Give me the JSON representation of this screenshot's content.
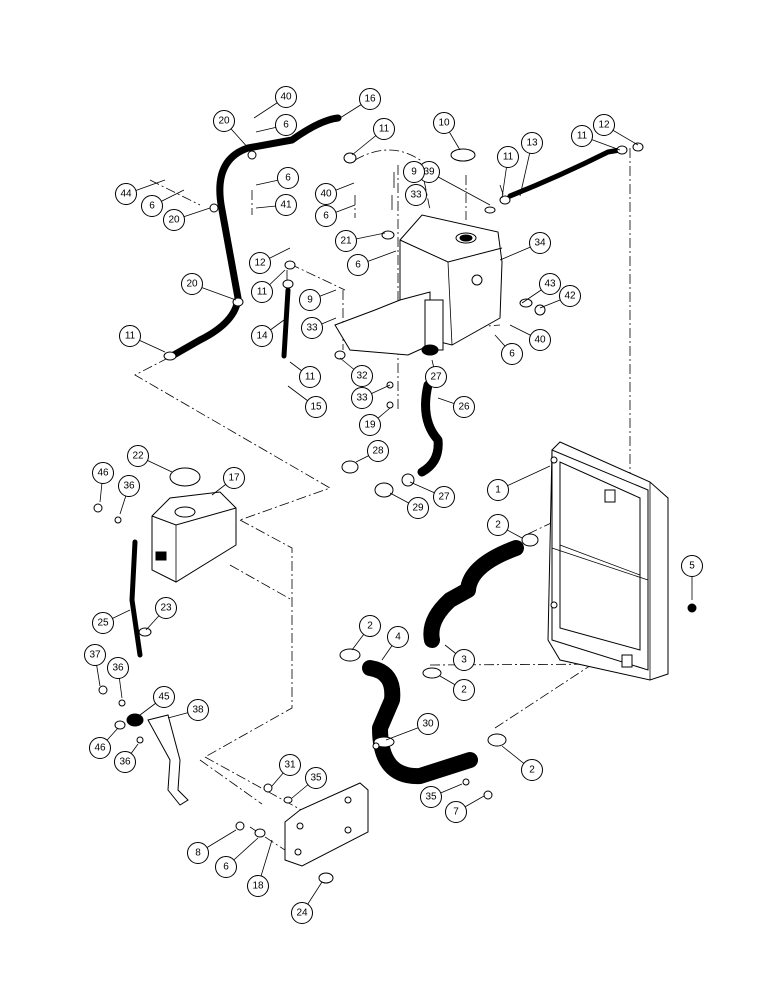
{
  "callouts": [
    {
      "id": "c40a",
      "text": "40"
    },
    {
      "id": "c16",
      "text": "16"
    },
    {
      "id": "c20a",
      "text": "20"
    },
    {
      "id": "c6a",
      "text": "6"
    },
    {
      "id": "c11a",
      "text": "11"
    },
    {
      "id": "c10",
      "text": "10"
    },
    {
      "id": "c13",
      "text": "13"
    },
    {
      "id": "c11b",
      "text": "11"
    },
    {
      "id": "c12a",
      "text": "12"
    },
    {
      "id": "c6b",
      "text": "6"
    },
    {
      "id": "c39",
      "text": "39"
    },
    {
      "id": "c11c",
      "text": "11"
    },
    {
      "id": "c44",
      "text": "44"
    },
    {
      "id": "c6c",
      "text": "6"
    },
    {
      "id": "c20b",
      "text": "20"
    },
    {
      "id": "c41",
      "text": "41"
    },
    {
      "id": "c40b",
      "text": "40"
    },
    {
      "id": "c6d",
      "text": "6"
    },
    {
      "id": "c9a",
      "text": "9"
    },
    {
      "id": "c33a",
      "text": "33"
    },
    {
      "id": "c21",
      "text": "21"
    },
    {
      "id": "c34",
      "text": "34"
    },
    {
      "id": "c12b",
      "text": "12"
    },
    {
      "id": "c6e",
      "text": "6"
    },
    {
      "id": "c11d",
      "text": "11"
    },
    {
      "id": "c43",
      "text": "43"
    },
    {
      "id": "c20c",
      "text": "20"
    },
    {
      "id": "c42",
      "text": "42"
    },
    {
      "id": "c9b",
      "text": "9"
    },
    {
      "id": "c14",
      "text": "14"
    },
    {
      "id": "c33b",
      "text": "33"
    },
    {
      "id": "c40c",
      "text": "40"
    },
    {
      "id": "c11e",
      "text": "11"
    },
    {
      "id": "c6f",
      "text": "6"
    },
    {
      "id": "c32",
      "text": "32"
    },
    {
      "id": "c27a",
      "text": "27"
    },
    {
      "id": "c11f",
      "text": "11"
    },
    {
      "id": "c15",
      "text": "15"
    },
    {
      "id": "c33c",
      "text": "33"
    },
    {
      "id": "c26",
      "text": "26"
    },
    {
      "id": "c19",
      "text": "19"
    },
    {
      "id": "c28",
      "text": "28"
    },
    {
      "id": "c22",
      "text": "22"
    },
    {
      "id": "c46a",
      "text": "46"
    },
    {
      "id": "c17",
      "text": "17"
    },
    {
      "id": "c36a",
      "text": "36"
    },
    {
      "id": "c27b",
      "text": "27"
    },
    {
      "id": "c1",
      "text": "1"
    },
    {
      "id": "c29",
      "text": "29"
    },
    {
      "id": "c2a",
      "text": "2"
    },
    {
      "id": "c5",
      "text": "5"
    },
    {
      "id": "c25",
      "text": "25"
    },
    {
      "id": "c23",
      "text": "23"
    },
    {
      "id": "c2b",
      "text": "2"
    },
    {
      "id": "c4",
      "text": "4"
    },
    {
      "id": "c3",
      "text": "3"
    },
    {
      "id": "c37",
      "text": "37"
    },
    {
      "id": "c36b",
      "text": "36"
    },
    {
      "id": "c2c",
      "text": "2"
    },
    {
      "id": "c45",
      "text": "45"
    },
    {
      "id": "c38",
      "text": "38"
    },
    {
      "id": "c30",
      "text": "30"
    },
    {
      "id": "c46b",
      "text": "46"
    },
    {
      "id": "c36c",
      "text": "36"
    },
    {
      "id": "c2d",
      "text": "2"
    },
    {
      "id": "c31",
      "text": "31"
    },
    {
      "id": "c35a",
      "text": "35"
    },
    {
      "id": "c35b",
      "text": "35"
    },
    {
      "id": "c7",
      "text": "7"
    },
    {
      "id": "c8",
      "text": "8"
    },
    {
      "id": "c6g",
      "text": "6"
    },
    {
      "id": "c18",
      "text": "18"
    },
    {
      "id": "c24",
      "text": "24"
    }
  ]
}
